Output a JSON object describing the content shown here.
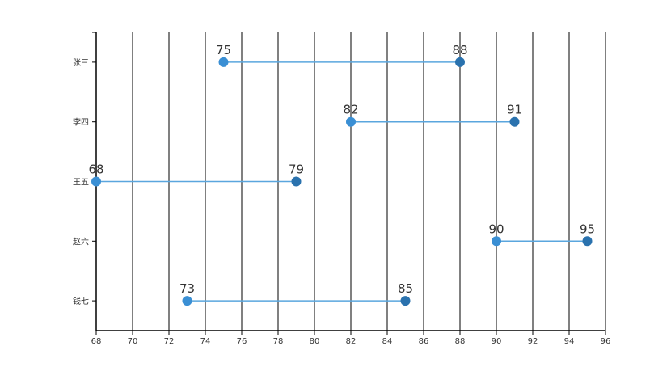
{
  "chart_data": {
    "type": "dumbbell",
    "categories": [
      "张三",
      "李四",
      "王五",
      "赵六",
      "钱七"
    ],
    "series": [
      {
        "values": [
          75,
          82,
          68,
          90,
          73
        ]
      },
      {
        "values": [
          88,
          91,
          79,
          95,
          85
        ]
      }
    ],
    "x_ticks": [
      68,
      70,
      72,
      74,
      76,
      78,
      80,
      82,
      84,
      86,
      88,
      90,
      92,
      94,
      96
    ],
    "xlim": [
      68,
      96
    ],
    "grid": true,
    "colors": {
      "start_point": "#3a8fd4",
      "end_point": "#2a72ae",
      "connector": "#5aa6de",
      "grid": "#000000",
      "axis": "#000000"
    }
  }
}
